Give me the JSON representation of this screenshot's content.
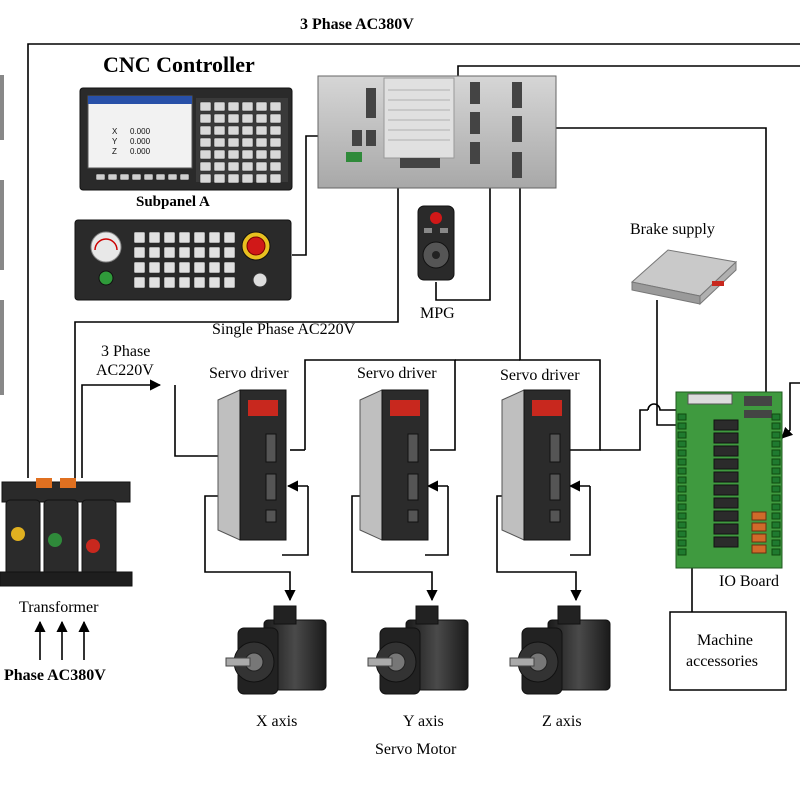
{
  "title_power_top": "3 Phase AC380V",
  "title_controller": "CNC Controller",
  "label_subpanel": "Subpanel A",
  "label_brake": "Brake supply",
  "label_mpg": "MPG",
  "label_single_phase": "Single Phase AC220V",
  "label_three_phase_220_line1": "3 Phase",
  "label_three_phase_220_line2": "AC220V",
  "label_servo_driver_1": "Servo driver",
  "label_servo_driver_2": "Servo driver",
  "label_servo_driver_3": "Servo driver",
  "label_transformer": "Transformer",
  "label_power_bottom": "3 Phase AC380V",
  "label_io_board": "IO Board",
  "label_machine_line1": "Machine",
  "label_machine_line2": "accessories",
  "label_x_axis": "X axis",
  "label_y_axis": "Y axis",
  "label_z_axis": "Z axis",
  "label_servo_motor": "Servo Motor",
  "screen_axes": [
    {
      "axis": "X",
      "value": "0.000"
    },
    {
      "axis": "Y",
      "value": "0.000"
    },
    {
      "axis": "Z",
      "value": "0.000"
    }
  ],
  "colors": {
    "line": "#000000",
    "device_dark": "#2b2b2b",
    "panel_gray": "#c8c8c8",
    "screen_blue": "#2850a8",
    "io_board_green": "#3f9a3f",
    "transformer_orange": "#e07020",
    "transformer_red": "#c8281e",
    "transformer_yellow": "#e0b020",
    "transformer_green": "#2f8a3a",
    "estop_red": "#d01818"
  }
}
